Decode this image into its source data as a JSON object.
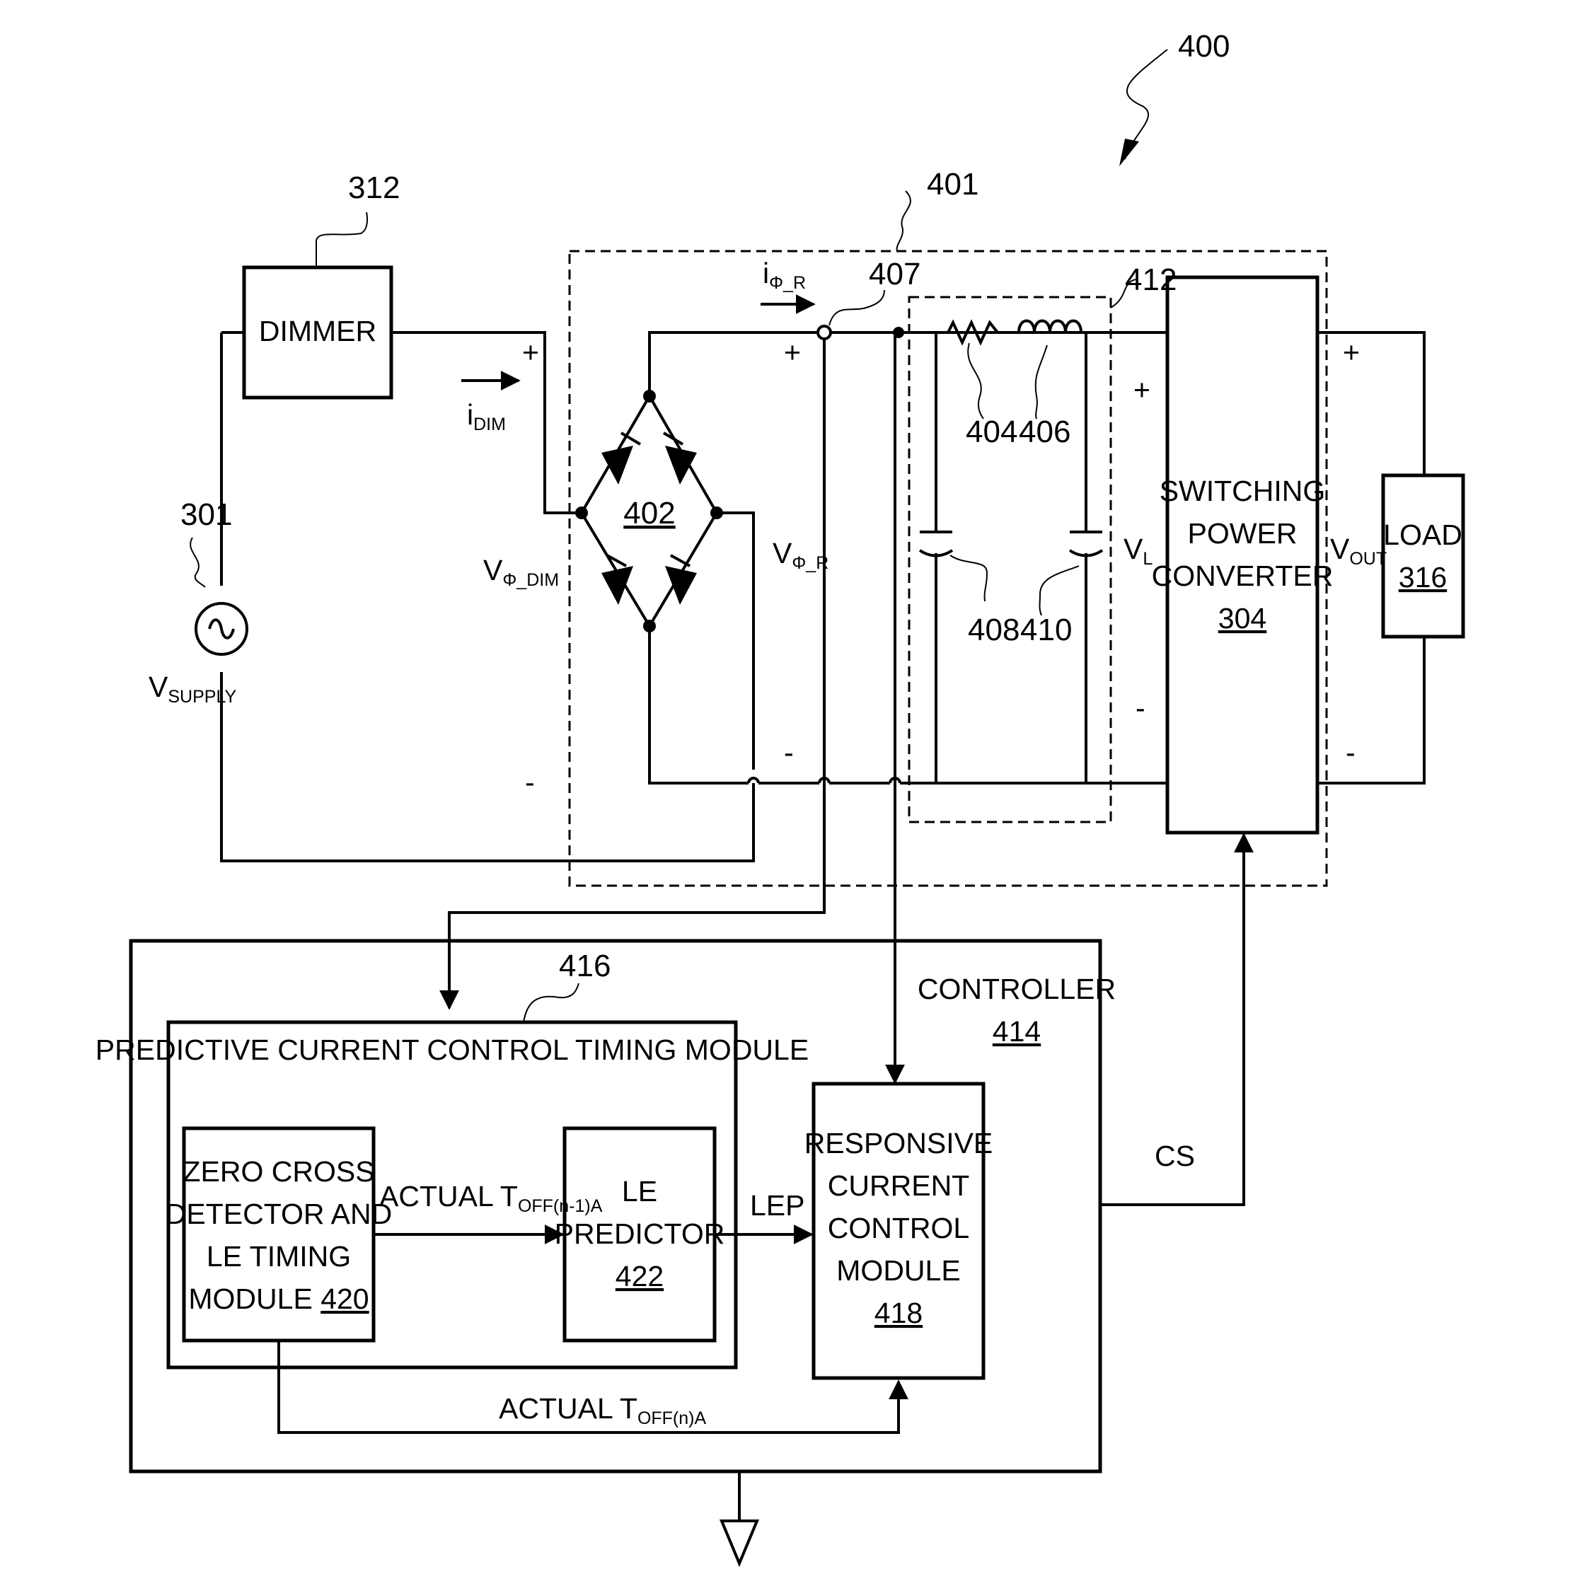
{
  "refs": {
    "fig": "400",
    "block": "401",
    "supply": "301",
    "dimmer": "312",
    "rectifier": "402",
    "node": "407",
    "filter": "412",
    "resistor": "404",
    "inductor": "406",
    "cap1": "408",
    "cap2": "410",
    "timing": "416"
  },
  "labels": {
    "dimmer": "DIMMER",
    "v_supply_main": "V",
    "v_supply_sub": "SUPPLY",
    "i_dim_main": "i",
    "i_dim_sub": "DIM",
    "v_phi_dim_main": "V",
    "v_phi_dim_sub": "Φ_DIM",
    "i_phi_r_main": "i",
    "i_phi_r_sub": "Φ_R",
    "v_phi_r_main": "V",
    "v_phi_r_sub": "Φ_R",
    "v_l_main": "V",
    "v_l_sub": "L",
    "v_out_main": "V",
    "v_out_sub": "OUT",
    "plus": "+",
    "minus": "-",
    "cs": "CS",
    "lep": "LEP"
  },
  "blocks": {
    "converter_lines": [
      "SWITCHING",
      "POWER",
      "CONVERTER"
    ],
    "converter_ref": "304",
    "load_label": "LOAD",
    "load_ref": "316",
    "controller_label": "CONTROLLER",
    "controller_ref": "414",
    "pcct_title": "PREDICTIVE CURRENT CONTROL TIMING MODULE",
    "zcd_lines": [
      "ZERO CROSS",
      "DETECTOR AND",
      "LE TIMING"
    ],
    "zcd_last": "MODULE",
    "zcd_ref": "420",
    "lep_lines": [
      "LE",
      "PREDICTOR"
    ],
    "lep_ref": "422",
    "rcc_lines": [
      "RESPONSIVE",
      "CURRENT",
      "CONTROL",
      "MODULE"
    ],
    "rcc_ref": "418"
  },
  "signals": {
    "actual_prev_main": "ACTUAL T",
    "actual_prev_sub": "OFF(n-1)A",
    "actual_now_main": "ACTUAL T",
    "actual_now_sub": "OFF(n)A"
  }
}
